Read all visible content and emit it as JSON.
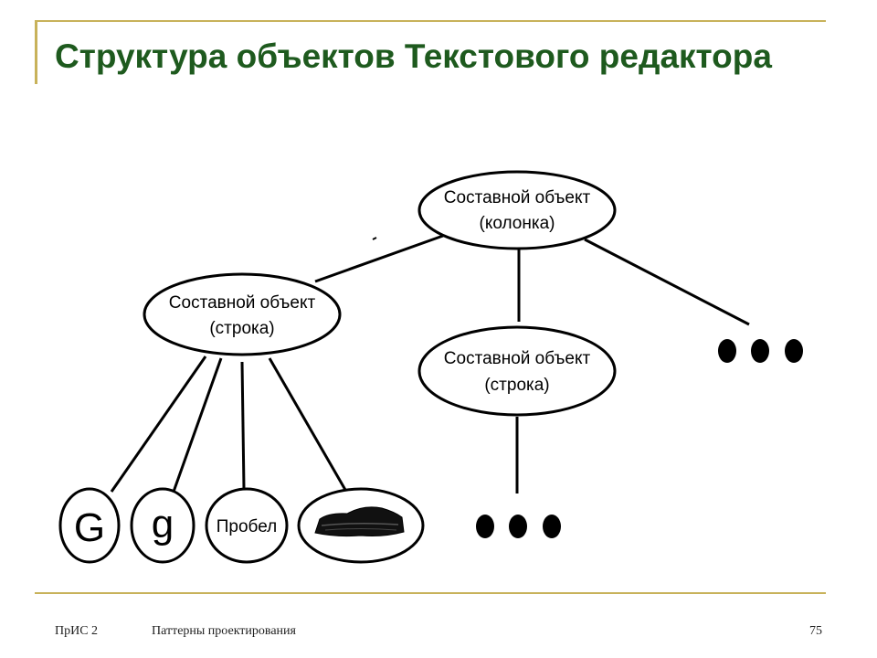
{
  "slide": {
    "title": "Структура объектов Текстового редактора"
  },
  "diagram": {
    "root": {
      "line1": "Составной объект",
      "line2": "(колонка)"
    },
    "row_left": {
      "line1": "Составной объект",
      "line2": "(строка)"
    },
    "row_mid": {
      "line1": "Составной объект",
      "line2": "(строка)"
    },
    "leaf_g_upper": "G",
    "leaf_g_lower": "g",
    "leaf_space": "Пробел",
    "leaf_image": "image-icon"
  },
  "footer": {
    "left": "ПрИС 2",
    "center": "Паттерны проектирования",
    "page": "75"
  },
  "colors": {
    "title": "#1e5a1e",
    "accent": "#c8b25a"
  }
}
